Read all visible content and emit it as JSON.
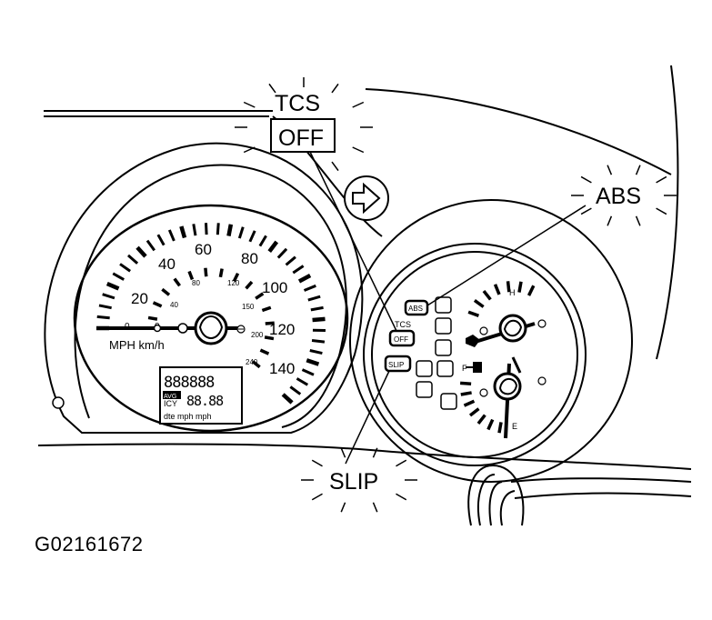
{
  "callouts": {
    "tcs": "TCS",
    "off": "OFF",
    "abs": "ABS",
    "slip": "SLIP"
  },
  "speedometer": {
    "mph_labels": [
      "20",
      "40",
      "60",
      "80",
      "100",
      "120",
      "140"
    ],
    "kmh_labels": [
      "40",
      "80",
      "120",
      "150",
      "200",
      "240"
    ],
    "zero_labels": [
      "0",
      "0"
    ],
    "unit_label": "MPH km/h"
  },
  "odometer": {
    "digits_top": "888888",
    "badge": "AVG",
    "icy": "ICY",
    "digits_bottom": "88.88",
    "units": "dte mph mph"
  },
  "cluster_indicators": {
    "abs": "ABS",
    "tcs": "TCS",
    "off": "OFF",
    "slip": "SLIP"
  },
  "gauges": {
    "temp_hot": "H",
    "fuel_full": "F",
    "fuel_empty": "E"
  },
  "figure_id": "G02161672",
  "colors": {
    "ink": "#000000",
    "paper": "#ffffff"
  }
}
